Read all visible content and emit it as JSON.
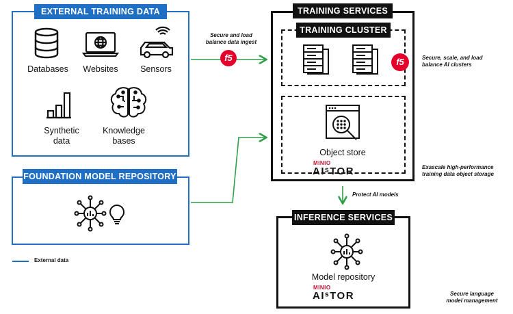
{
  "external": {
    "title": "EXTERNAL TRAINING DATA",
    "items": [
      "Databases",
      "Websites",
      "Sensors",
      "Synthetic data",
      "Knowledge bases"
    ],
    "synthetic_l1": "Synthetic",
    "synthetic_l2": "data",
    "knowledge_l1": "Knowledge",
    "knowledge_l2": "bases"
  },
  "foundation": {
    "title": "FOUNDATION MODEL REPOSITORY"
  },
  "legend": {
    "label": "External data",
    "color": "#1f6fc5"
  },
  "notes": {
    "ingest_l1": "Secure and load",
    "ingest_l2": "balance data ingest",
    "clusters_l1": "Secure, scale, and load",
    "clusters_l2": "balance AI clusters",
    "storage_l1": "Exascale high-performance",
    "storage_l2": "training data object storage",
    "protect": "Protect AI models",
    "language_l1": "Secure language",
    "language_l2": "model management"
  },
  "training": {
    "title": "TRAINING SERVICES",
    "cluster_title": "TRAINING CLUSTER",
    "object_store": "Object store",
    "minio": "MINIO",
    "aistor": "AIˢTOR"
  },
  "inference": {
    "title": "INFERENCE SERVICES",
    "model_repo": "Model repository",
    "minio": "MINIO",
    "aistor": "AIˢTOR"
  },
  "brand": {
    "f5": "f5",
    "f5_color": "#e4002b",
    "accent": "#1f6fc5",
    "arrow": "#2e9e48"
  }
}
